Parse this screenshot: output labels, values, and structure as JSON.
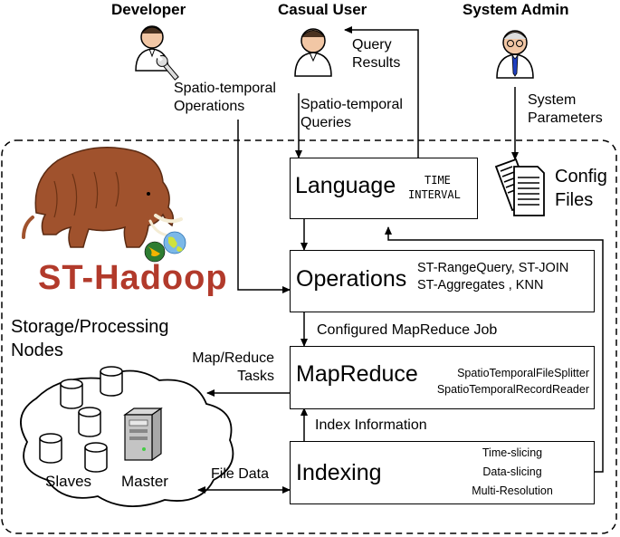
{
  "roles": {
    "developer": "Developer",
    "casual_user": "Casual User",
    "system_admin": "System Admin"
  },
  "flows": {
    "spatio_temporal_operations": [
      "Spatio-temporal",
      "Operations"
    ],
    "query_results": [
      "Query",
      "Results"
    ],
    "spatio_temporal_queries": [
      "Spatio-temporal",
      "Queries"
    ],
    "system_parameters": [
      "System",
      "Parameters"
    ],
    "configured_job": "Configured MapReduce Job",
    "index_information": "Index Information",
    "map_reduce_tasks": [
      "Map/Reduce",
      "Tasks"
    ],
    "file_data": "File Data"
  },
  "config_files": [
    "Config",
    "Files"
  ],
  "logo": "ST-Hadoop",
  "storage_label": [
    "Storage/Processing",
    "Nodes"
  ],
  "cloud": {
    "slaves": "Slaves",
    "master": "Master"
  },
  "layers": {
    "language": {
      "title": "Language",
      "notes": [
        "TIME",
        "INTERVAL"
      ]
    },
    "operations": {
      "title": "Operations",
      "notes": [
        "ST-RangeQuery, ST-JOIN",
        "ST-Aggregates , KNN"
      ]
    },
    "mapreduce": {
      "title": "MapReduce",
      "notes": [
        "SpatioTemporalFileSplitter",
        "SpatioTemporalRecordReader"
      ]
    },
    "indexing": {
      "title": "Indexing",
      "notes": [
        "Time-slicing",
        "Data-slicing",
        "Multi-Resolution"
      ]
    }
  }
}
